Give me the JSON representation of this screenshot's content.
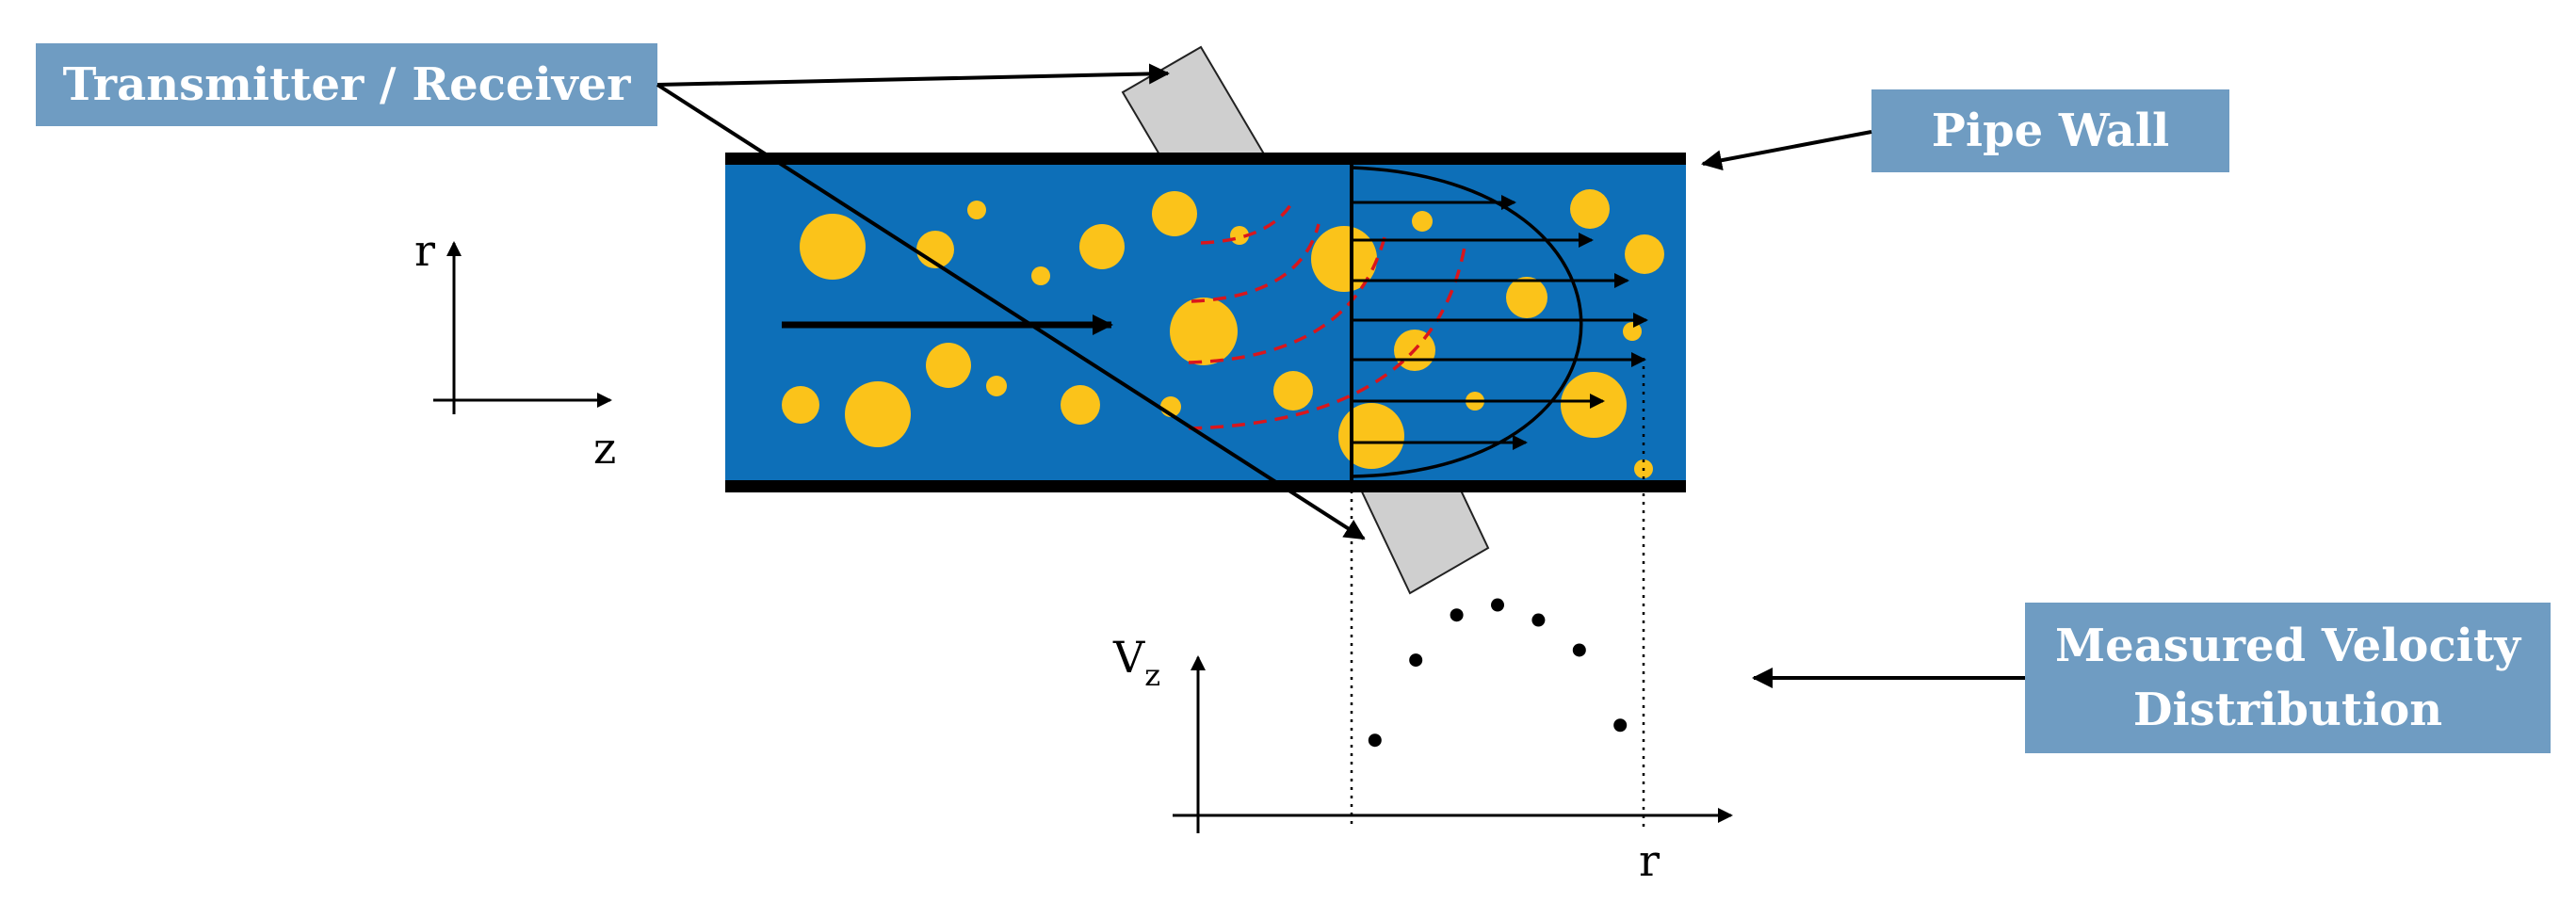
{
  "labels": {
    "transmitter": "Transmitter / Receiver",
    "pipe_wall": "Pipe Wall",
    "measured_line1": "Measured Velocity",
    "measured_line2": "Distribution"
  },
  "axes": {
    "left_r": "r",
    "left_z": "z",
    "vz_main": "V",
    "vz_sub": "z",
    "bottom_r": "r"
  },
  "colors": {
    "fluid": "#0d6fb8",
    "bubble": "#fbc31a",
    "label_box": "#6f9cc2",
    "wave": "#d9161c",
    "transducer": "#cfcfcf"
  },
  "measured_points": [
    {
      "r": 0.08,
      "vz": 0.3
    },
    {
      "r": 0.22,
      "vz": 0.62
    },
    {
      "r": 0.36,
      "vz": 0.8
    },
    {
      "r": 0.5,
      "vz": 0.84
    },
    {
      "r": 0.64,
      "vz": 0.78
    },
    {
      "r": 0.78,
      "vz": 0.66
    },
    {
      "r": 0.92,
      "vz": 0.36
    }
  ]
}
